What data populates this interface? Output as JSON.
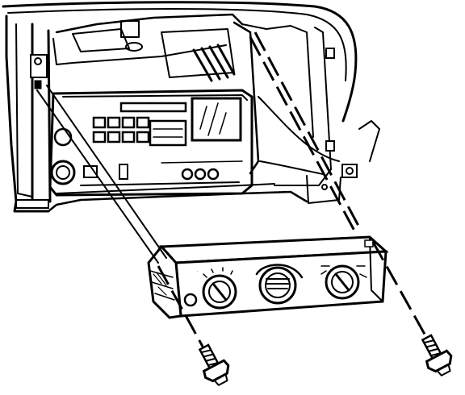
{
  "figure": {
    "kind": "line-art exploded installation diagram",
    "ink_color": "#000000",
    "background_color": "#ffffff"
  },
  "parts": {
    "dashboard_console": {
      "icon": "dashboard-console-outline"
    },
    "radio_unit": {
      "icon": "radio-unit"
    },
    "climate_control_panel": {
      "icon": "climate-control-panel",
      "knob_count": 3
    },
    "mounting_screws": {
      "icon": "screw-icon",
      "count": 2
    }
  }
}
